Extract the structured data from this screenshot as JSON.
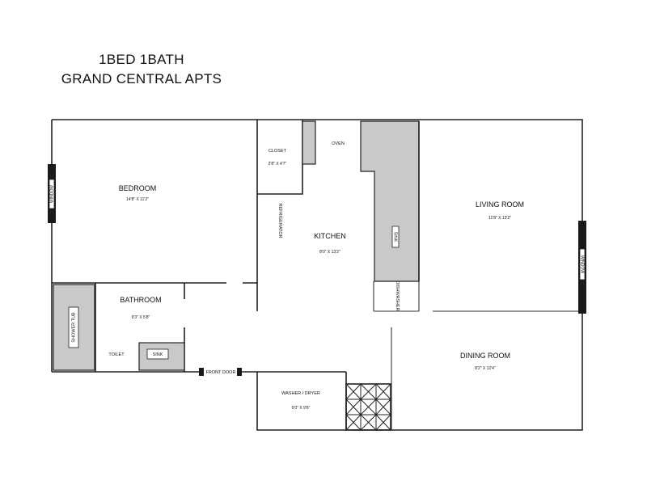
{
  "title": {
    "line1": "1BED 1BATH",
    "line2": "GRAND CENTRAL APTS"
  },
  "rooms": {
    "bedroom": {
      "name": "BEDROOM",
      "dim": "14'8\" X 11'2\""
    },
    "closet": {
      "name": "CLOSET",
      "dim": "2'8\" X 4'7\""
    },
    "oven": {
      "name": "OVEN"
    },
    "kitchen": {
      "name": "KITCHEN",
      "dim": "8'0\" X 13'2\""
    },
    "refrigerator": {
      "name": "REFRIGERATOR"
    },
    "sink_kitchen": {
      "name": "SINK"
    },
    "dishwasher": {
      "name": "DISHWASHER"
    },
    "living": {
      "name": "LIVING ROOM",
      "dim": "11'8\" X 13'2\""
    },
    "bathroom": {
      "name": "BATHROOM",
      "dim": "9'3\" X 5'8\""
    },
    "shower": {
      "name": "SHOWER TUB"
    },
    "toilet": {
      "name": "TOILET"
    },
    "sink_bath": {
      "name": "SINK"
    },
    "front_door": {
      "name": "FRONT DOOR"
    },
    "washer": {
      "name": "WASHER / DRYER",
      "dim": "6'0\" X 9'6\""
    },
    "dining": {
      "name": "DINING ROOM",
      "dim": "8'2\" X 12'4\""
    }
  },
  "windows": {
    "left": "WINDOW",
    "right": "WINDOW"
  }
}
